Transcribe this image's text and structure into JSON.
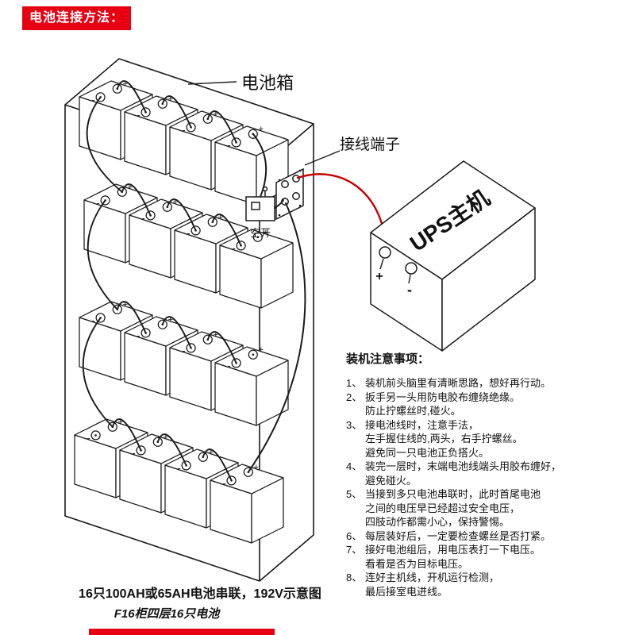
{
  "header": {
    "badge": "电池连接方法："
  },
  "diagram": {
    "labels": {
      "battery_box": "电池箱",
      "terminal_block": "接线端子",
      "breaker": "空开",
      "ups": "UPS主机",
      "plus": "+",
      "minus": "-"
    }
  },
  "notes": {
    "title": "装机注意事项：",
    "items": [
      {
        "no": "1、",
        "text": "装机前头脑里有清晰思路，想好再行动。"
      },
      {
        "no": "2、",
        "text": "扳手另一头用防电胶布缠绕绝缘。\n防止拧螺丝时,碰火。"
      },
      {
        "no": "3、",
        "text": "接电池线时，注意手法，\n左手握住线的,两头，右手拧螺丝。\n避免同一只电池正负搭火。"
      },
      {
        "no": "4、",
        "text": "装完一层时，末端电池线端头用胶布缠好，\n避免碰火。"
      },
      {
        "no": "5、",
        "text": "当接到多只电池串联时，此时首尾电池\n之间的电压早已经超过安全电压，\n四肢动作都需小心，保持警惕。"
      },
      {
        "no": "6、",
        "text": "每层装好后，一定要检查螺丝是否打紧。"
      },
      {
        "no": "7、",
        "text": "接好电池组后，用电压表打一下电压。\n看看是否为目标电压。"
      },
      {
        "no": "8、",
        "text": "连好主机线，开机运行检测，\n最后接室电进线。"
      }
    ]
  },
  "caption": {
    "line1": "16只100AH或65AH电池串联，192V示意图",
    "line2": "F16柜四层16只电池"
  },
  "colors": {
    "banner_red": "#e60012",
    "wire_red": "#c40000",
    "ink": "#1a1a1a"
  }
}
